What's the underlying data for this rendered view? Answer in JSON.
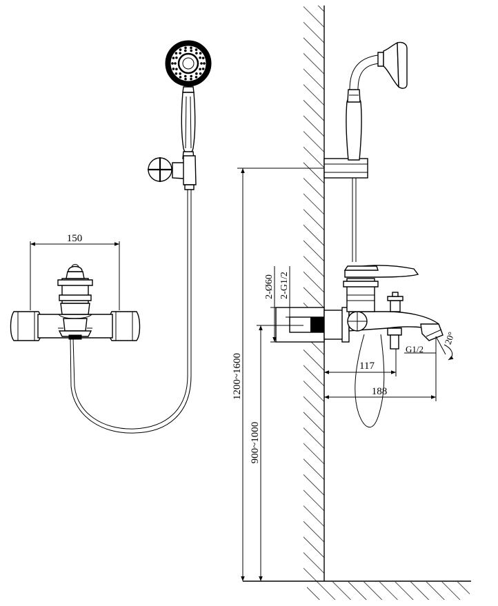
{
  "dimensions": {
    "front_width": "150",
    "inlet_dia": "2-Ø60",
    "inlet_thread": "2-G1/2",
    "shower_height": "1200~1600",
    "faucet_height": "900~1000",
    "spout_offset": "117",
    "total_depth": "188",
    "outlet_thread": "G1/2",
    "spout_angle": "20°"
  },
  "colors": {
    "line": "#000000",
    "background": "#ffffff"
  }
}
